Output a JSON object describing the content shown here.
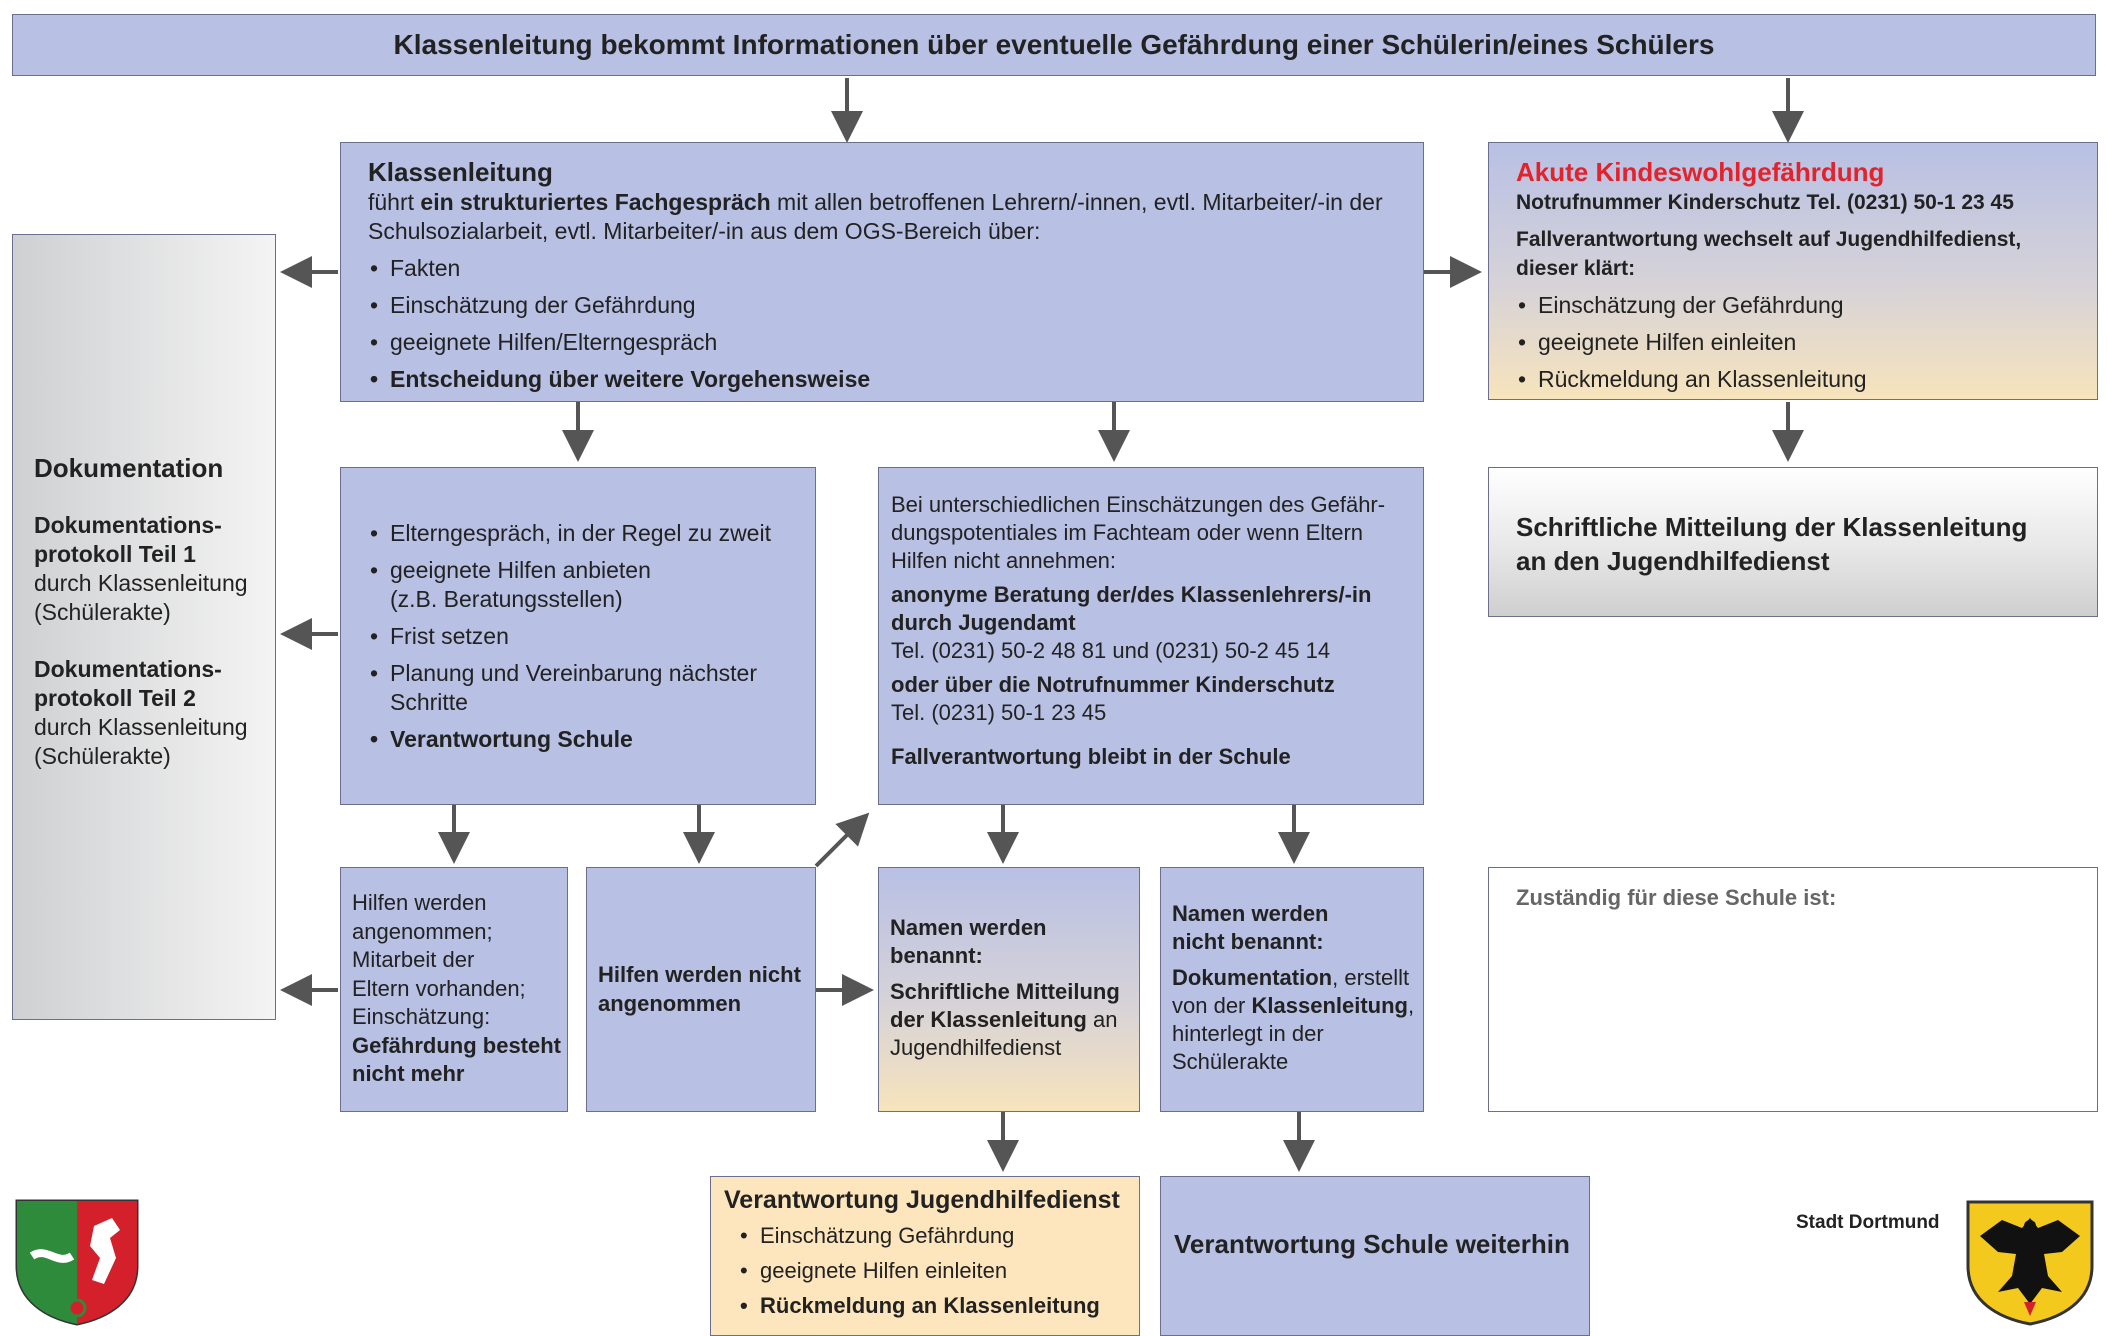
{
  "header": {
    "title": "Klassenleitung bekommt Informationen über eventuelle Gefährdung einer Schülerin/eines Schülers"
  },
  "documentation": {
    "title": "Dokumentation",
    "p1_bold": "Dokumentations-\nprotokoll Teil 1",
    "p1_text": "durch Klassenleitung\n(Schülerakte)",
    "p2_bold": "Dokumentations-\nprotokoll Teil 2",
    "p2_text": "durch Klassenleitung\n(Schülerakte)"
  },
  "klassenleitung": {
    "title": "Klassenleitung",
    "intro_pre": "führt ",
    "intro_bold": "ein strukturiertes Fachgespräch",
    "intro_post": " mit allen betroffenen Lehrern/-innen, evtl. Mitarbeiter/-in der Schulsozialarbeit, evtl. Mitarbeiter/-in aus dem OGS-Bereich über:",
    "items": [
      "Fakten",
      "Einschätzung der Gefährdung",
      "geeignete Hilfen/Elterngespräch"
    ],
    "item_bold": "Entscheidung über weitere Vorgehensweise"
  },
  "akut": {
    "title": "Akute Kindeswohlgefährdung",
    "phone": "Notrufnummer Kinderschutz Tel. (0231) 50-1 23 45",
    "switch": "Fallverantwortung wechselt auf Jugendhilfedienst, dieser klärt:",
    "items": [
      "Einschätzung der Gefährdung",
      "geeignete Hilfen einleiten",
      "Rückmeldung an Klassenleitung"
    ],
    "title_color": "#e3222b"
  },
  "schriftlich": {
    "text": "Schriftliche Mitteilung der Klassenleitung an den Jugendhilfedienst"
  },
  "eltern": {
    "items": [
      "Elterngespräch, in der Regel zu zweit",
      "geeignete Hilfen anbieten\n(z.B. Beratungsstellen)",
      "Frist setzen",
      "Planung und Vereinbarung nächster Schritte"
    ],
    "item_bold": "Verantwortung Schule"
  },
  "beratung": {
    "intro": "Bei unterschiedlichen Einschätzungen des Gefähr-\ndungspotentiales im Fachteam oder wenn Eltern\nHilfen nicht annehmen:",
    "anonym_bold": "anonyme Beratung der/des Klassenlehrers/-in durch Jugendamt",
    "anonym_tel": "Tel. (0231) 50-2 48 81 und (0231) 50-2 45 14",
    "notruf_bold": "oder über die Notrufnummer Kinderschutz",
    "notruf_tel": "Tel. (0231) 50-1 23 45",
    "fall_bold": "Fallverantwortung bleibt in der Schule"
  },
  "angenommen": {
    "text": "Hilfen werden\nangenommen;\nMitarbeit der\nEltern vorhanden;\nEinschätzung:",
    "bold": "Gefährdung besteht\nnicht mehr"
  },
  "nicht_angenommen": {
    "text": "Hilfen werden nicht angenommen"
  },
  "benannt": {
    "bold1": "Namen werden\nbenannt:",
    "bold2": "Schriftliche Mitteilung\nder Klassenleitung",
    "post": " an\nJugendhilfedienst"
  },
  "nicht_benannt": {
    "bold1": "Namen werden\nnicht benannt:",
    "doc_bold": "Dokumentation",
    "doc_mid": ", erstellt\nvon der ",
    "doc_bold2": "Klassenleitung",
    "doc_post": ",\nhinterlegt in der\nSchülerakte"
  },
  "zustaendig": {
    "text": "Zuständig für diese Schule ist:"
  },
  "jugendhilfe": {
    "title": "Verantwortung Jugendhilfedienst",
    "items": [
      "Einschätzung Gefährdung",
      "geeignete Hilfen einleiten"
    ],
    "item_bold": "Rückmeldung an Klassenleitung"
  },
  "schule_weiter": {
    "text": "Verantwortung Schule weiterhin"
  },
  "footer": {
    "city": "Stadt Dortmund"
  },
  "colors": {
    "box_blue": "#b8c0e4",
    "border": "#6b6e8e",
    "arrow": "#555555",
    "cream": "#fde6bd",
    "accent_red": "#e3222b"
  }
}
